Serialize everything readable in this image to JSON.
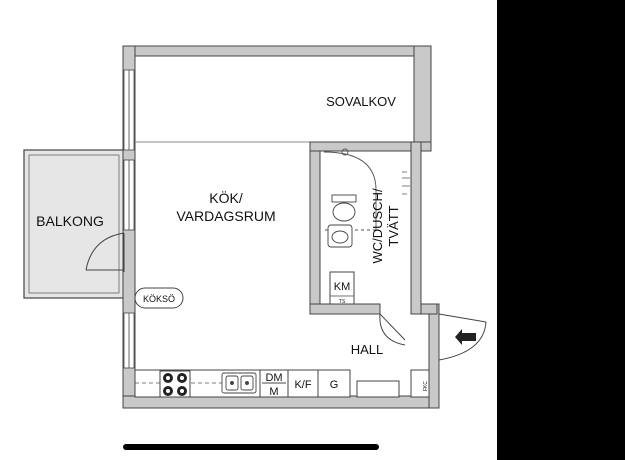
{
  "rooms": {
    "sovalkov": "SOVALKOV",
    "kok_line1": "KÖK/",
    "kok_line2": "VARDAGSRUM",
    "balkong": "BALKONG",
    "wc_line1": "WC/DUSCH/",
    "wc_line2": "TVÄTT",
    "hall": "HALL",
    "kokso": "KÖKSÖ"
  },
  "fixtures": {
    "km": "KM",
    "ts": "TS",
    "dm_line1": "DM",
    "dm_line2": "M",
    "kf": "K/F",
    "g": "G",
    "fkc": "FKC"
  },
  "colors": {
    "wall": "#c9c9c9",
    "wall_outline": "#444444",
    "balcony": "#e6e6e6",
    "background": "#ffffff"
  }
}
